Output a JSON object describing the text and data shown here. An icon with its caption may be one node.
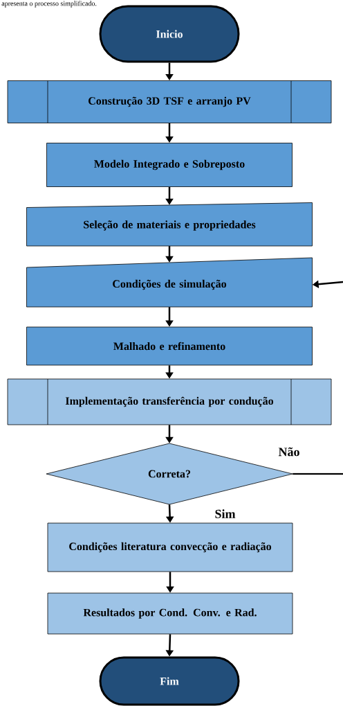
{
  "diagram": {
    "nodes": [
      {
        "text": [
          "Inicio"
        ]
      },
      {
        "text": [
          "Construção 3D TSF e arranjo PV"
        ]
      },
      {
        "text": [
          "Modelo Integrado e Sobreposto"
        ]
      },
      {
        "text": [
          "Seleção de materiais e propriedades"
        ]
      },
      {
        "text": [
          "Condições de simulação"
        ]
      },
      {
        "text": [
          "Malhado e refinamento"
        ]
      },
      {
        "text": [
          "Implementação transferência por condução"
        ]
      },
      {
        "text": [
          "Correta?"
        ]
      },
      {
        "text": [
          "Condições literatura convecção e radiação"
        ]
      },
      {
        "text": [
          "Resultados por Cond. Conv. e Rad."
        ]
      },
      {
        "text": [
          "Fim"
        ]
      }
    ],
    "edges": [
      {
        "from": 0,
        "to": 1,
        "arrow": "to"
      },
      {
        "from": 1,
        "to": 2,
        "arrow": "to"
      },
      {
        "from": 2,
        "to": 3,
        "arrow": "to"
      },
      {
        "from": 3,
        "to": 4,
        "arrow": "to"
      },
      {
        "from": 4,
        "to": 5,
        "arrow": "to"
      },
      {
        "from": 5,
        "to": 6,
        "arrow": "to"
      },
      {
        "from": 6,
        "to": 7,
        "arrow": "to"
      },
      {
        "from": 7,
        "to": 8,
        "arrow": "to",
        "label": "Sim"
      },
      {
        "from": 8,
        "to": 9,
        "arrow": "to"
      },
      {
        "from": 9,
        "to": 10,
        "arrow": "to"
      },
      {
        "from": 7,
        "to": null,
        "arrow": "none",
        "label": "Não"
      },
      {
        "from": null,
        "to": 4,
        "arrow": "to"
      }
    ],
    "labels": [
      "apresenta o processo simplificado."
    ]
  }
}
